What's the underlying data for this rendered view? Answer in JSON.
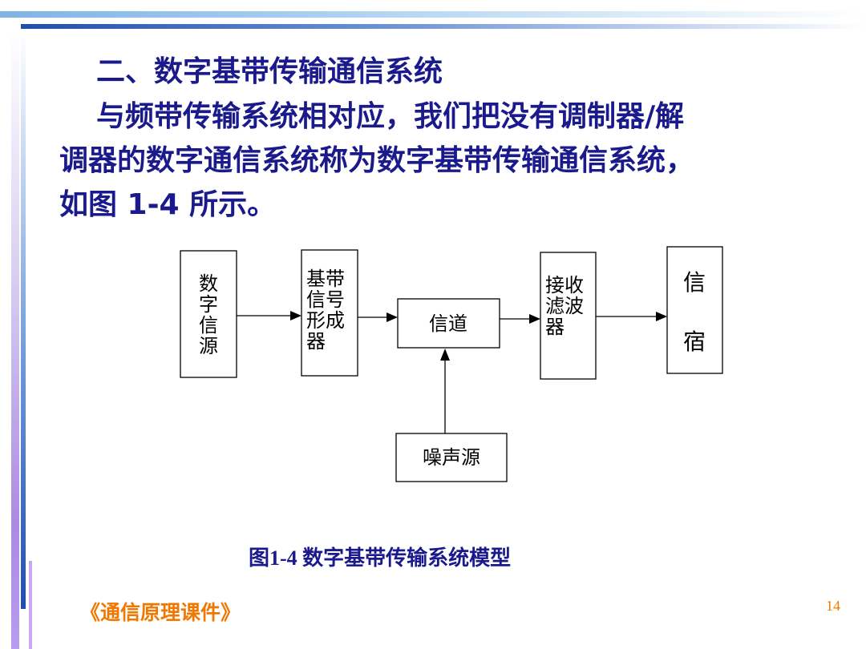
{
  "heading": "二、数字基带传输通信系统",
  "paragraph": {
    "line1": "与频带传输系统相对应，我们把没有调制器/解",
    "line2": "调器的数字通信系统称为数字基带传输通信系统，",
    "line3": "如图 1-4 所示。"
  },
  "diagram": {
    "blocks": {
      "source": [
        "数",
        "字",
        "信",
        "源"
      ],
      "shaper": [
        "基带",
        "信号",
        "形成",
        "器"
      ],
      "channel": "信道",
      "receiver": [
        "接收",
        "滤波",
        "器"
      ],
      "sink": [
        "信",
        "宿"
      ],
      "noise": "噪声源"
    }
  },
  "caption": "图1-4 数字基带传输系统模型",
  "footer": "《通信原理课件》",
  "page_number": "14"
}
